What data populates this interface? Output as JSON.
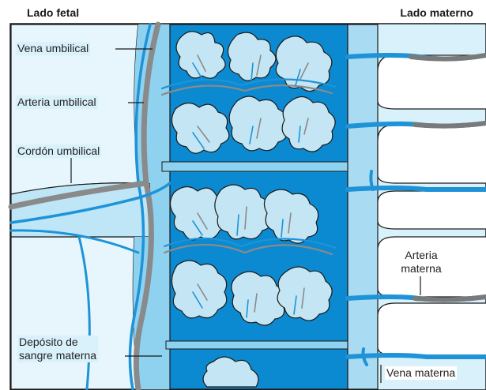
{
  "headers": {
    "left": "Lado fetal",
    "right": "Lado materno"
  },
  "labels": {
    "umbilical_vein": "Vena umbilical",
    "umbilical_artery": "Arteria umbilical",
    "umbilical_cord": "Cordón umbilical",
    "maternal_artery_line1": "Arteria",
    "maternal_artery_line2": "materna",
    "maternal_blood_pool_line1": "Depósito de",
    "maternal_blood_pool_line2": "sangre materna",
    "maternal_vein": "Vena materna"
  },
  "colors": {
    "fetal_tissue": "#d9f1fb",
    "chorionic_plate": "#8fd2ef",
    "maternal_blood": "#0b8ad1",
    "villi": "#c4e6f4",
    "vessel_gray": "#8a8a8a",
    "vessel_blue": "#1e93d8",
    "outline": "#1a1a1a"
  }
}
